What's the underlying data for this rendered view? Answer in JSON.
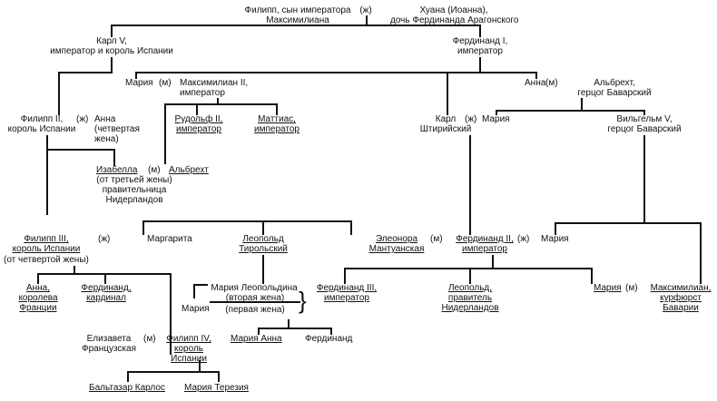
{
  "palette": {
    "ink": "#111111",
    "paper": "#ffffff"
  },
  "persons": {
    "filipp_father": "Филипп, сын императора\nМаксимилиана",
    "hoana": "Хуана (Иоанна),\nдочь Фердинанда Арагонского",
    "karl_v": "Карл V,\nимператор и король Испании",
    "ferdinand_i": "Фердинанд I,\nимператор",
    "maria_sister": "Мария",
    "maximilian_ii": "Максимилиан II,\nимператор",
    "anna_daughter": "Анна",
    "albrecht_bav": "Альбрехт,\nгерцог Баварский",
    "filipp_ii": "Филипп II,\nкороль Испании",
    "anna_fourth": "Анна\n(четвертая\nжена)",
    "rudolf_ii": "Рудольф II,\nимператор",
    "mattias": "Маттиас,\nимператор",
    "karl_styria": "Карл\nШтирийский",
    "maria_bav": "Мария",
    "wilhelm_v": "Вильгельм V,\nгерцог Баварский",
    "isabella": "Изабелла",
    "isabella_note": "(от третьей жены)\nправительница\nНидерландов",
    "albrecht_arch": "Альбрехт",
    "filipp_iii": "Филипп III,\nкороль Испании",
    "filipp_iii_note": "(от четвертой жены)",
    "margarita": "Маргарита",
    "leopold_tyrol": "Леопольд\nТирольский",
    "eleonora": "Элеонора\nМантуанская",
    "ferdinand_ii": "Фердинанд II,\nимператор",
    "maria_right": "Мария",
    "anna_france": "Анна,\nкоролева\nФранции",
    "ferdinand_card": "Фердинанд,\nкардинал",
    "maria_mid": "Мария",
    "maria_leopoldina": "Мария Леопольдина",
    "second_wife": "(вторая жена)",
    "first_wife": "(первая жена)",
    "ferdinand_iii": "Фердинанд III,\nимператор",
    "leopold_regent": "Леопольд,\nправитель\nНидерландов",
    "maria_max": "Мария",
    "maximilian_kurf": "Максимилиан,\nкурфюрст\nБаварии",
    "elizaveta": "Елизавета\nФранцузская",
    "filipp_iv": "Филипп IV,\nкороль\nИспании",
    "maria_anna": "Мария Анна",
    "ferdinand_last": "Фердинанд",
    "baltazar": "Бальтазар Карлос",
    "maria_teresa": "Мария Терезия"
  },
  "marks": {
    "m_filipp": "(ж)",
    "m_maximilian": "(м)",
    "m_anna": "(м)",
    "m_filipp_ii": "(ж)",
    "m_karl_styria": "(ж)",
    "m_isabella": "(м)",
    "m_filipp_iii": "(ж)",
    "m_eleonora": "(м)",
    "m_ferdinand_ii": "(ж)",
    "m_maria_max": "(м)",
    "m_elizaveta": "(м)",
    "brace": "}"
  }
}
